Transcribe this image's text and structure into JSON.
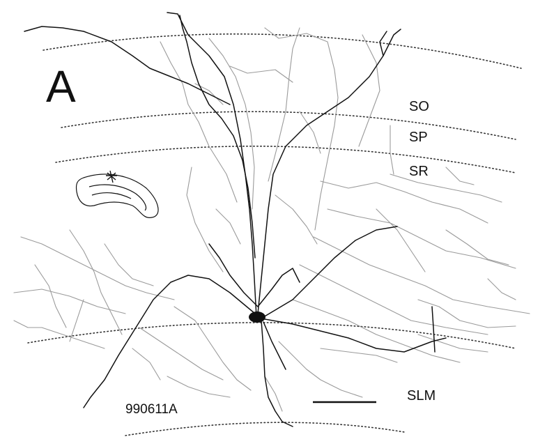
{
  "figure": {
    "panel_label": "A",
    "layers": [
      "SO",
      "SP",
      "SR",
      "SLM"
    ],
    "specimen_id": "990611A"
  },
  "colors": {
    "dendrite_dark": "#111111",
    "dendrite_light": "#9a9a9a",
    "boundary": "#333333",
    "background": "#ffffff"
  }
}
